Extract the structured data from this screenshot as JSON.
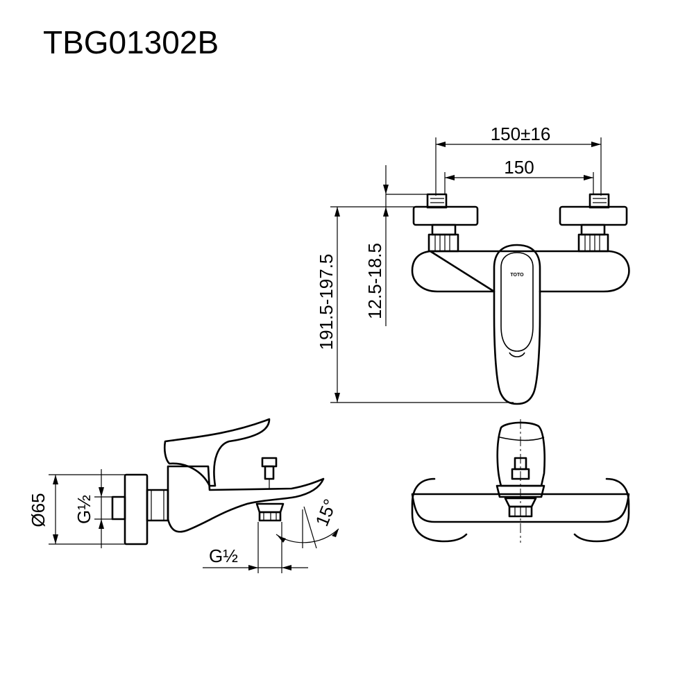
{
  "title": "TBG01302B",
  "dimensions": {
    "overall_width": "150±16",
    "centers": "150",
    "height_range": "191.5-197.5",
    "offset_range": "12.5-18.5",
    "flange_diameter": "Ø65",
    "inlet_thread": "G½",
    "outlet_thread": "G½",
    "spout_angle": "15°"
  },
  "logo": "TOTO"
}
